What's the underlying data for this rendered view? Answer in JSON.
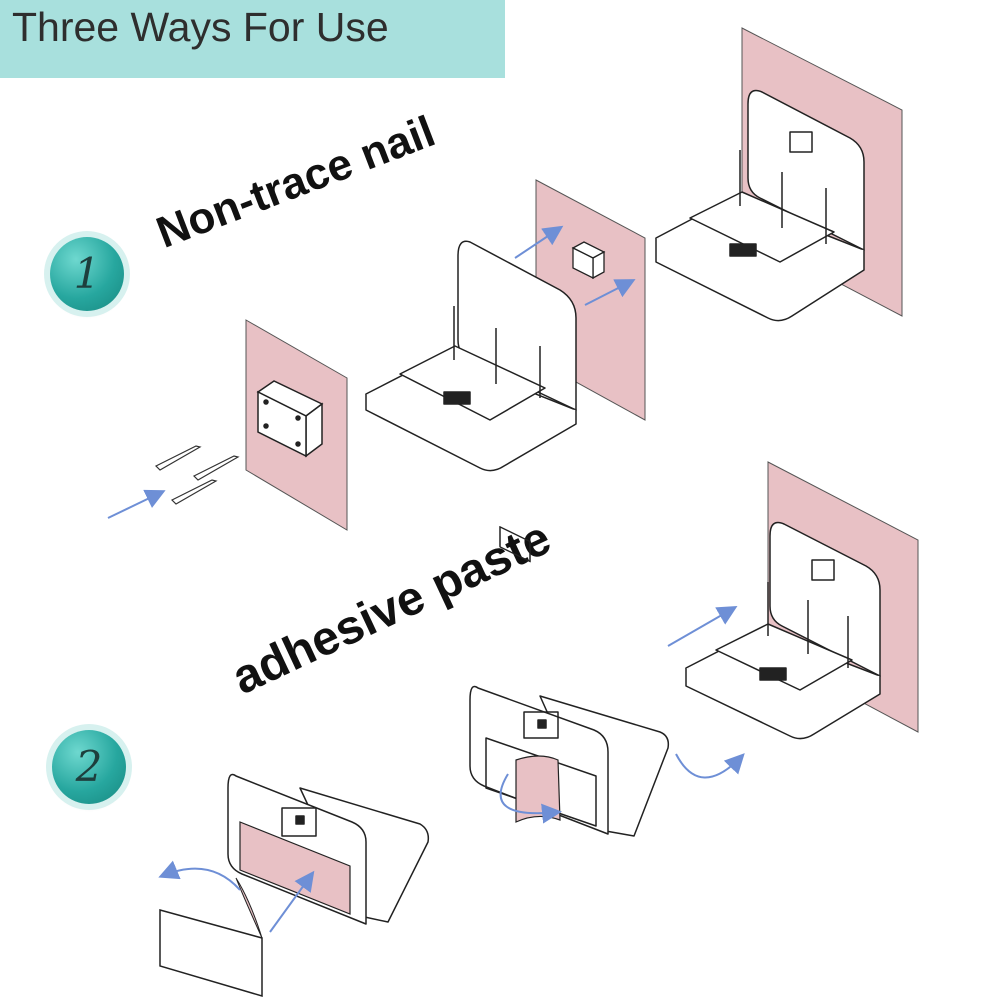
{
  "banner": {
    "title": "Three Ways For Use",
    "color": "#a8e0dd"
  },
  "steps": [
    {
      "number": "1",
      "label": "Non-trace nail"
    },
    {
      "number": "2",
      "label": "adhesive paste"
    }
  ],
  "colors": {
    "wall": "#e8c1c5",
    "arrow": "#6e8fd6",
    "line": "#222222",
    "badge": "#27a79f"
  }
}
